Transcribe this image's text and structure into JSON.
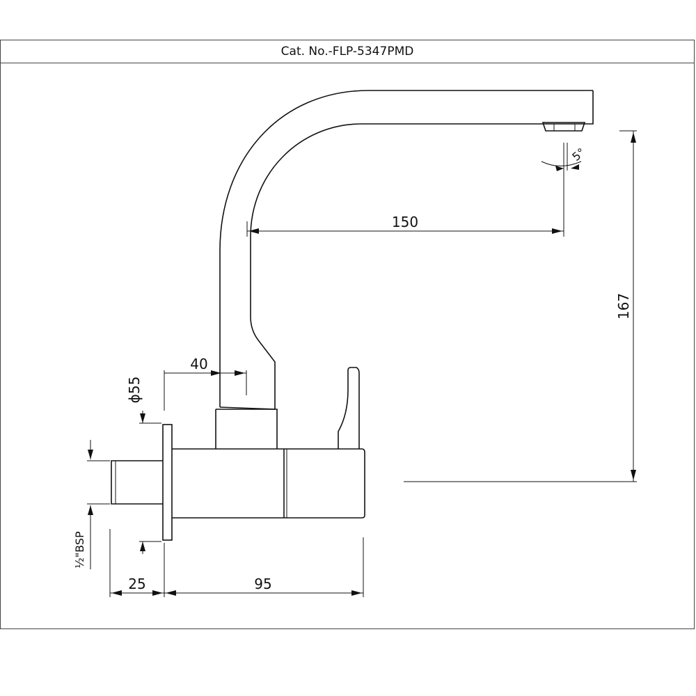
{
  "title": "Cat. No.-FLP-5347PMD",
  "dimensions": {
    "reach": "150",
    "height": "167",
    "spout_offset": "40",
    "flange_diameter": "ϕ55",
    "inlet_thread": "½\"BSP",
    "inlet_length": "25",
    "body_length": "95",
    "spout_angle": "5°"
  }
}
